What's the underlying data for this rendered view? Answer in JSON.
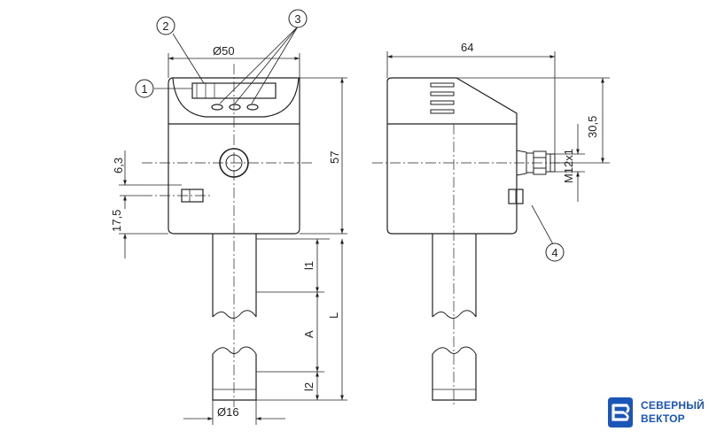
{
  "dimensions": {
    "front_diameter": "Ø50",
    "side_depth": "64",
    "height": "57",
    "offset_small": "6,3",
    "offset_large": "17,5",
    "connector_offset": "30,5",
    "connector_thread": "M12x1",
    "length_l1": "l1",
    "length_a": "A",
    "length_l": "L",
    "length_l2": "l2",
    "probe_diameter": "Ø16"
  },
  "callouts": [
    "1",
    "2",
    "3",
    "4"
  ],
  "logo": {
    "line1": "СЕВЕРНЫЙ",
    "line2": "ВЕКТОР",
    "color": "#1a56b8"
  }
}
